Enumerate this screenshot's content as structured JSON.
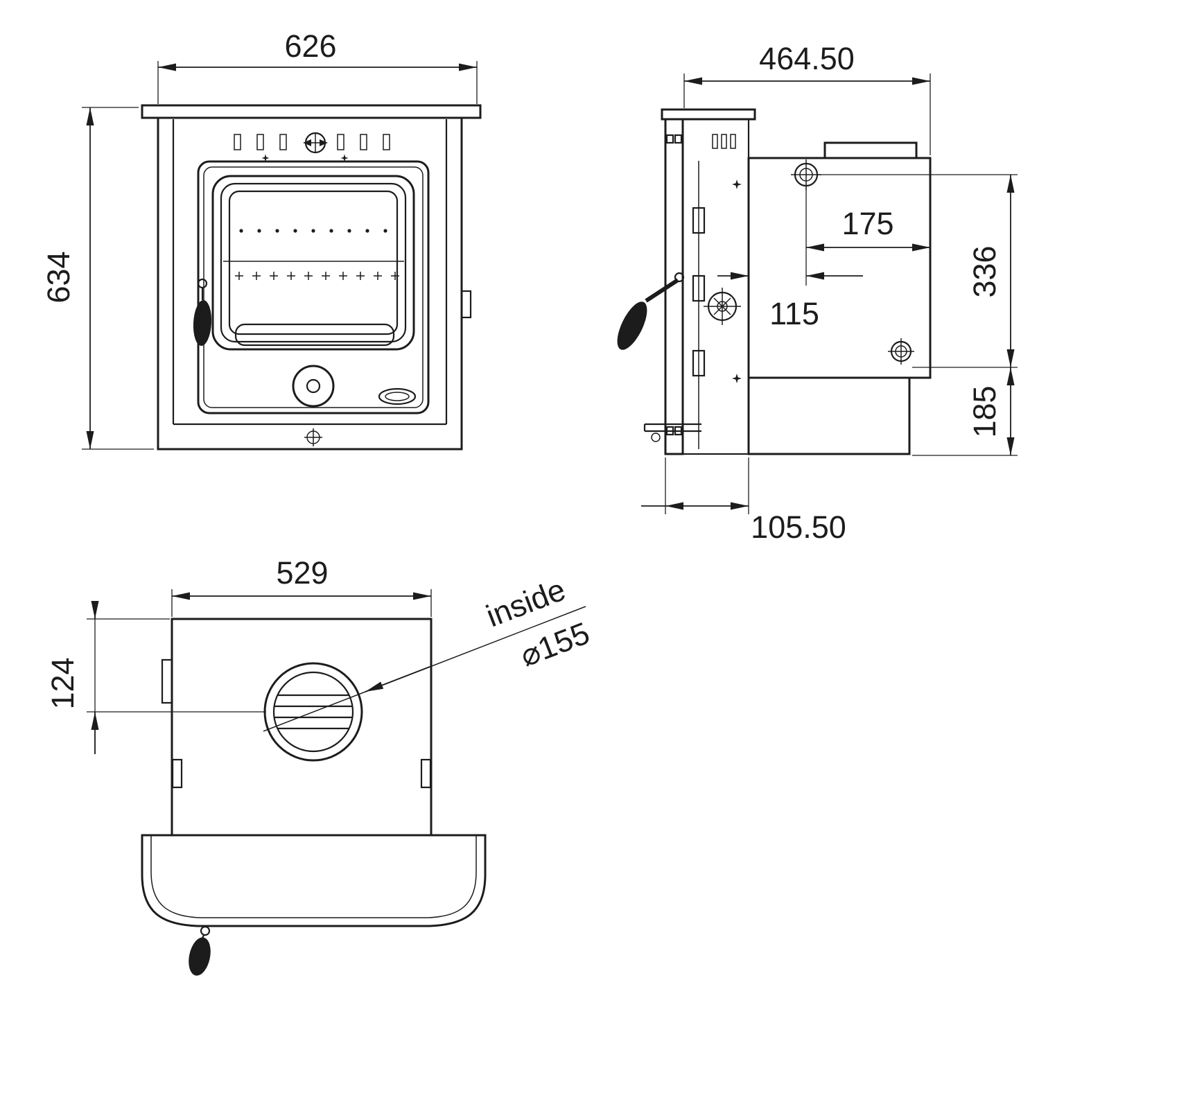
{
  "front_view": {
    "dim_width": "626",
    "dim_height": "634"
  },
  "side_view": {
    "dim_depth": "464.50",
    "dim_flue_to_rear": "175",
    "dim_flue_offset": "115",
    "dim_upper_height": "336",
    "dim_lower_height": "185",
    "dim_front_depth": "105.50"
  },
  "top_view": {
    "dim_width": "529",
    "dim_flue_center_offset": "124",
    "flue_label_word": "inside",
    "flue_label_diameter": "⌀155"
  },
  "colors": {
    "ink": "#1c1c1c",
    "paper": "#ffffff"
  }
}
